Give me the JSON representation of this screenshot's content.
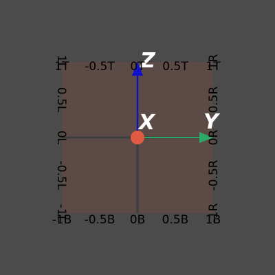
{
  "viewport": {
    "background": "#4b4b4b",
    "plane_color": "#5b4a46",
    "grid_color": "#3d3d3d",
    "origin_color": "#e05a44"
  },
  "axes": {
    "z": {
      "label": "Z",
      "color": "#1010d0"
    },
    "x": {
      "label": "X",
      "color": "#e05a44"
    },
    "y": {
      "label": "Y",
      "color": "#2ea866"
    }
  },
  "ticks": {
    "top": [
      "1T",
      "-0.5T",
      "0T",
      "0.5T",
      "1T"
    ],
    "bottom": [
      "-1B",
      "-0.5B",
      "0B",
      "0.5B",
      "1B"
    ],
    "left": [
      "1L",
      "0.5L",
      "0L",
      "-0.5L",
      "-1L"
    ],
    "right": [
      "1R",
      "0.5R",
      "0R",
      "-0.5R",
      "-1R"
    ]
  }
}
